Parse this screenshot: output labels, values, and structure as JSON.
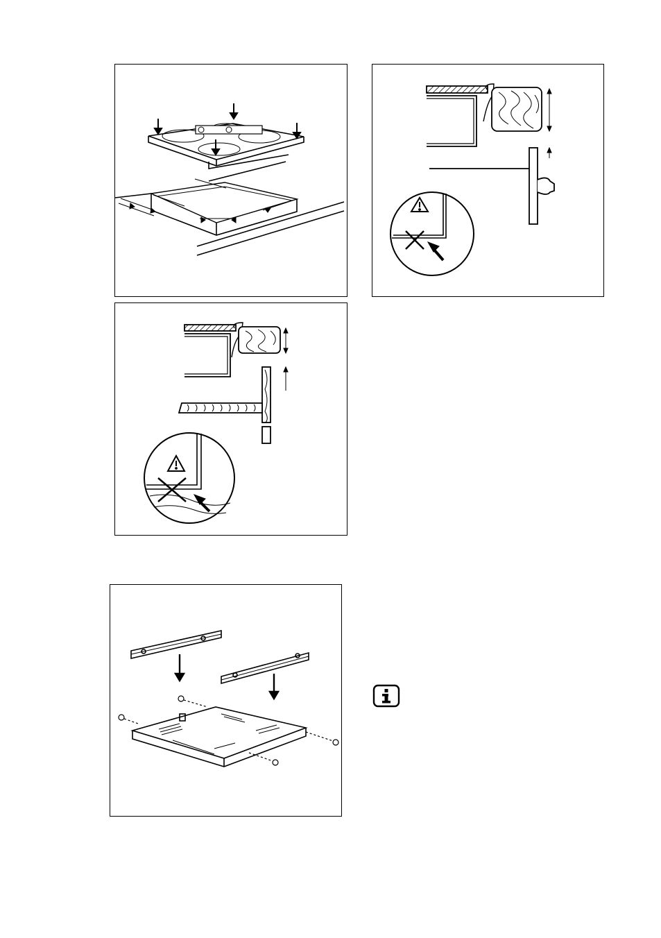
{
  "figures": [
    {
      "id": "hob-installation"
    },
    {
      "id": "drawer-clearance"
    },
    {
      "id": "shelf-clearance"
    },
    {
      "id": "protection-frame"
    }
  ],
  "icons": {
    "warning": "warning-triangle-icon",
    "info": "info-icon",
    "arrow": "arrow-down-icon",
    "cross": "cross-icon"
  },
  "colors": {
    "line": "#000000",
    "background": "#ffffff"
  }
}
